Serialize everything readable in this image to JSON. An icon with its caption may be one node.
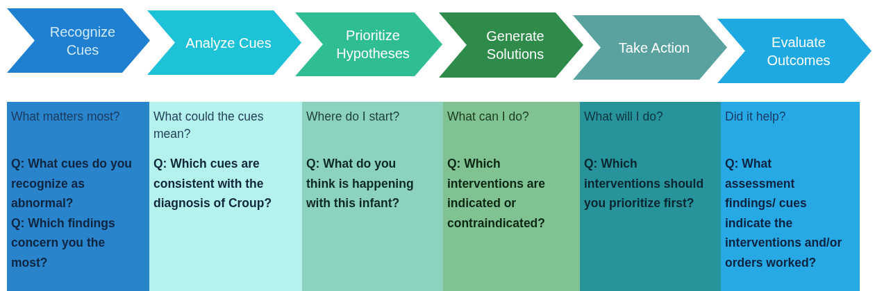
{
  "diagram": {
    "nodes": [
      {
        "text": [
          "Recognize Cues"
        ]
      },
      {
        "text": [
          "Analyze Cues"
        ]
      },
      {
        "text": [
          "Prioritize Hypotheses"
        ]
      },
      {
        "text": [
          "Generate Solutions"
        ]
      },
      {
        "text": [
          "Take Action"
        ]
      },
      {
        "text": [
          "Evaluate Outcomes"
        ]
      },
      {
        "text": [
          "What matters most?",
          "Q: What cues do you recognize as abnormal?",
          "Q: Which findings concern you the most?"
        ]
      },
      {
        "text": [
          "What could the cues mean?",
          "Q: Which cues are consistent with the diagnosis of Croup?"
        ]
      },
      {
        "text": [
          "Where do I start?",
          "Q: What do you think is happening with this infant?"
        ]
      },
      {
        "text": [
          "What can I do?",
          "Q: Which interventions are indicated or contraindicated?"
        ]
      },
      {
        "text": [
          "What will I do?",
          "Q: Which interventions should you prioritize first?"
        ]
      },
      {
        "text": [
          "Did it help?",
          "Q: What assessment findings/ cues indicate the interventions and/or orders worked?"
        ]
      }
    ]
  }
}
